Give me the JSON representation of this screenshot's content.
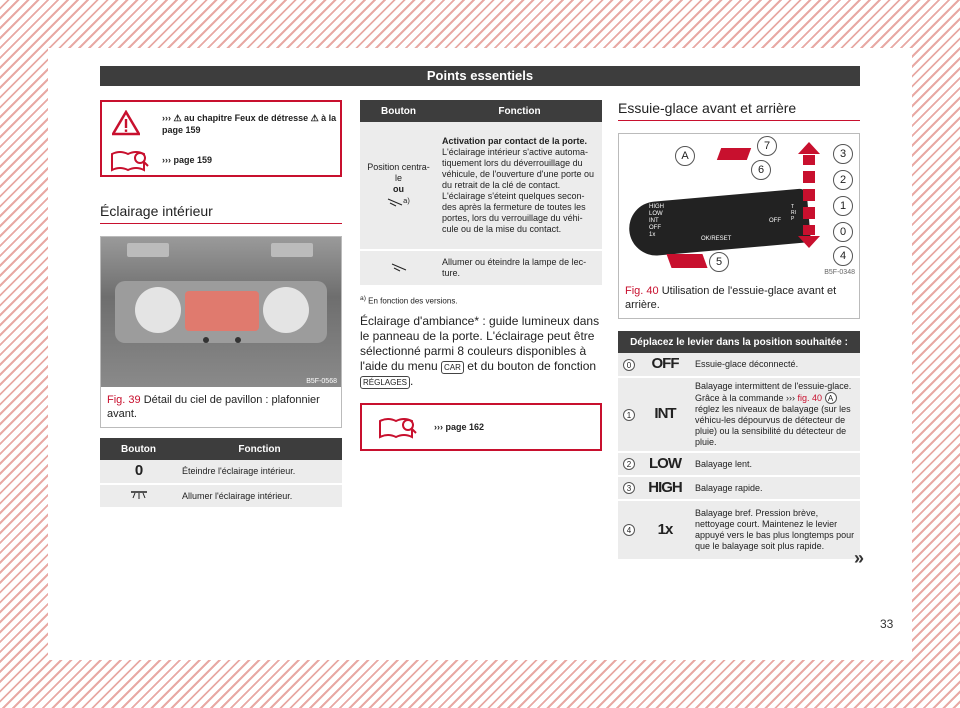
{
  "header": {
    "title": "Points essentiels"
  },
  "page_number": "33",
  "warning": {
    "line1": "››› ⚠ au chapitre Feux de détresse ⚠ à la page 159",
    "line2": "››› page 159"
  },
  "interior": {
    "section_title": "Éclairage intérieur",
    "fig_label": "Fig. 39",
    "fig_caption": "Détail du ciel de pavillon : plafonnier avant.",
    "fig_code": "B5F-0568",
    "table": {
      "headers": [
        "Bouton",
        "Fonction"
      ],
      "rows": [
        {
          "icon": "0",
          "text": "Éteindre l'éclairage intérieur."
        },
        {
          "icon": "lamp",
          "text": "Allumer l'éclairage intérieur."
        }
      ]
    }
  },
  "mid": {
    "table": {
      "headers": [
        "Bouton",
        "Fonction"
      ],
      "rows": [
        {
          "icon_text": "Position centra-le",
          "icon_sub": "ou",
          "sup": "a)",
          "title": "Activation par contact de la porte.",
          "text": "L'éclairage intérieur s'active automa-tiquement lors du déverrouillage du véhicule, de l'ouverture d'une porte ou du retrait de la clé de contact. L'éclairage s'éteint quelques secon-des après la fermeture de toutes les portes, lors du verrouillage du véhi-cule ou de la mise du contact."
        },
        {
          "title": "",
          "text": "Allumer ou éteindre la lampe de lec-ture."
        }
      ]
    },
    "footnote_mark": "a)",
    "footnote": "En fonction des versions.",
    "body_pre": "Éclairage d'ambiance* : guide lumineux dans le panneau de la porte. L'éclairage peut être sélectionné parmi 8 couleurs disponibles à l'aide du menu",
    "key_car": "CAR",
    "body_mid": "et du bouton de fonction",
    "key_settings": "RÉGLAGES",
    "body_post": ".",
    "ref": "››› page 162"
  },
  "wiper": {
    "section_title": "Essuie-glace avant et arrière",
    "fig_label": "Fig. 40",
    "fig_caption": "Utilisation de l'essuie-glace avant et arrière.",
    "fig_code": "B5F-0348",
    "lever_labels": {
      "high": "HIGH",
      "low": "LOW",
      "int": "INT",
      "off": "OFF",
      "onex": "1x",
      "ok": "OK/RESET",
      "off2": "OFF",
      "trip": "TRIP"
    },
    "callouts": [
      "A",
      "7",
      "6",
      "3",
      "2",
      "1",
      "0",
      "4",
      "5"
    ],
    "table": {
      "header": "Déplacez le levier dans la position souhaitée :",
      "rows": [
        {
          "num": "0",
          "icon": "OFF",
          "text": "Essuie-glace déconnecté."
        },
        {
          "num": "1",
          "icon": "INT",
          "text_pre": "Balayage intermittent de l'essuie-glace. Grâce à la commande ››› ",
          "ref": "fig. 40",
          "callout": "A",
          "text_post": " réglez les niveaux de balayage (sur les véhicu-les dépourvus de détecteur de pluie) ou la sensibilité du détecteur de pluie."
        },
        {
          "num": "2",
          "icon": "LOW",
          "text": "Balayage lent."
        },
        {
          "num": "3",
          "icon": "HIGH",
          "text": "Balayage rapide."
        },
        {
          "num": "4",
          "icon": "1x",
          "text": "Balayage bref. Pression brève, nettoyage court. Maintenez le levier appuyé vers le bas plus longtemps pour que le balayage soit plus rapide."
        }
      ]
    },
    "continue": "»"
  }
}
